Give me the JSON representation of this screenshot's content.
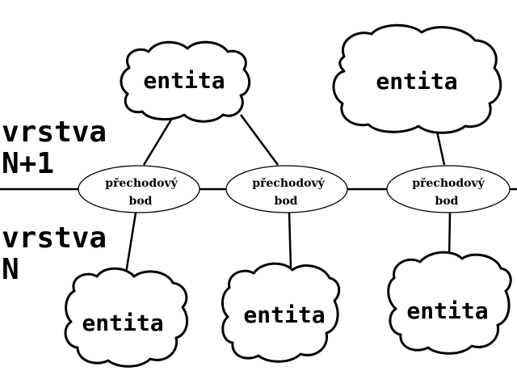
{
  "layers": {
    "upper": {
      "line1": "vrstva",
      "line2": "N+1"
    },
    "lower": {
      "line1": "vrstva",
      "line2": "N"
    }
  },
  "entities": {
    "top_left": "entita",
    "top_right": "entita",
    "bottom_left": "entita",
    "bottom_middle": "entita",
    "bottom_right": "entita"
  },
  "saps": {
    "left": {
      "line1": "přechodový",
      "line2": "bod"
    },
    "middle": {
      "line1": "přechodový",
      "line2": "bod"
    },
    "right": {
      "line1": "přechodový",
      "line2": "bod"
    }
  }
}
